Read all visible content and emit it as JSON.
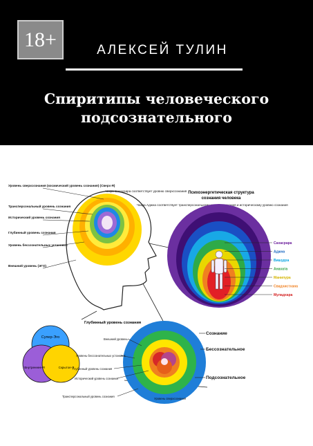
{
  "cover": {
    "age_rating": "18+",
    "author": "АЛЕКСЕЙ ТУЛИН",
    "title_line1": "Спиритипы человеческого",
    "title_line2": "подсознательного"
  },
  "diagram_head": {
    "labels": {
      "superconscious": "Уровень сверхсознания (космический уровень сознания) (Сверх-Я)",
      "transpersonal": "Трансперсональный уровень сознания",
      "historical": "Исторический уровень сознания",
      "deep": "Глубинный уровень сознания",
      "unconscious_settings": "Уровень бессознательных установок",
      "outer": "Внешний уровень (ЭГО)",
      "sahasrara_note": "Чакра Сахасрара соответствует уровню сверхсознания",
      "ajna_note": "Чакра Аджна соответствует трансперсональному уровню сознания и историческому уровню сознания"
    }
  },
  "diagram_aura": {
    "title_line1": "Психоэнергетическая структура",
    "title_line2": "сознания человека",
    "chakras": [
      {
        "label": "Сахасрара",
        "color": "#6a1b9a"
      },
      {
        "label": "Аджна",
        "color": "#1565c0"
      },
      {
        "label": "Вишудха",
        "color": "#00a0e0"
      },
      {
        "label": "Анахата",
        "color": "#2e9e3e"
      },
      {
        "label": "Манипура",
        "color": "#d4b400"
      },
      {
        "label": "Свадхистхана",
        "color": "#f08020"
      },
      {
        "label": "Муладхара",
        "color": "#d32020"
      }
    ]
  },
  "diagram_venn": {
    "super_ego": "Супер-Эго",
    "inner_self": "Внутреннее-Я",
    "hidden_self": "Скрытое-Я",
    "deep_label": "Глубинный уровень сознания"
  },
  "diagram_levels": {
    "consciousness": "Сознание",
    "unconscious": "Бессознательное",
    "subconscious": "Подсознательное",
    "outer_level": "Внешний уровень",
    "unconscious_settings": "Уровень бессознательных установок",
    "deep": "Глубинный уровень сознания",
    "historical": "Исторический уровень сознания",
    "transpersonal": "Трансперсональный уровень сознания",
    "superconscious": "Уровень сверхсознания"
  }
}
